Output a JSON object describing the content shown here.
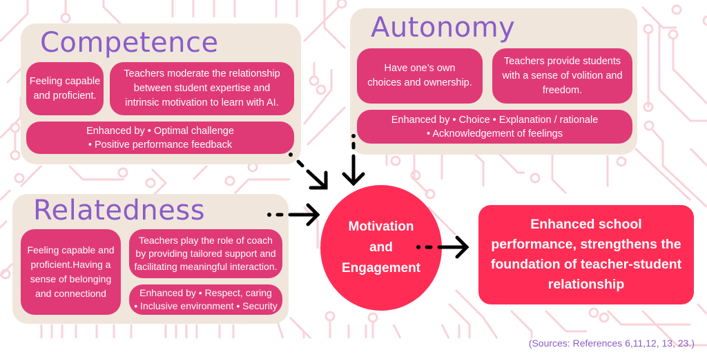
{
  "competence": {
    "title": "Competence",
    "feeling": "Feeling capable and proficient.",
    "teacher_role": "Teachers moderate the relationship between student expertise and intrinsic motivation to learn with AI.",
    "enhanced_line1": "Enhanced by • Optimal challenge",
    "enhanced_line2": "• Positive performance feedback"
  },
  "autonomy": {
    "title": "Autonomy",
    "feeling": "Have one’s own choices and ownership.",
    "teacher_role": "Teachers provide students with a sense of volition and freedom.",
    "enhanced_line1": "Enhanced by • Choice • Explanation / rationale",
    "enhanced_line2": "• Acknowledgement of feelings"
  },
  "relatedness": {
    "title": "Relatedness",
    "feeling": "Feeling capable and proficient.Having a sense of belonging and connectiond",
    "teacher_role": "Teachers play the role of coach by providing tailored support and facilitating meaningful interaction.",
    "enhanced_line1": "Enhanced by • Respect, caring",
    "enhanced_line2": "• Inclusive environment • Security"
  },
  "center": {
    "line1": "Motivation",
    "line2": "and",
    "line3": "Engagement"
  },
  "outcome": {
    "text": "Enhanced school performance, strengthens the foundation of teacher-student relationship"
  },
  "sources": "(Sources: References 6,11,12, 13, 23.)",
  "colors": {
    "panel_bg": "#f0e6db",
    "pill": "#e03a76",
    "title": "#8a5cc8",
    "center": "#ff2d55",
    "circuit": "#f8d3da"
  }
}
